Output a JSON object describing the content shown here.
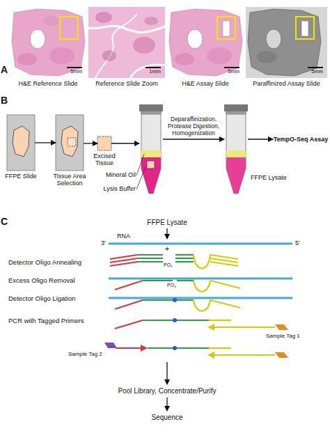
{
  "diagram": {
    "nodes": [
      {
        "text": [
          "H&E Reference Slide",
          "5mm"
        ]
      },
      {
        "text": [
          "Reference Slide Zoom",
          "1mm"
        ]
      },
      {
        "text": [
          "H&E Assay Slide",
          "5mm"
        ]
      },
      {
        "text": [
          "Paraffinized Assay Slide",
          "5mm"
        ]
      },
      {
        "text": [
          "FFPE Slide"
        ]
      },
      {
        "text": [
          "Tissue Area Selection"
        ]
      },
      {
        "text": [
          "Excised Tissue"
        ]
      },
      {
        "text": [
          "Mineral Oil",
          "Lysis Buffer"
        ]
      },
      {
        "text": [
          "FFPE Lysate"
        ]
      },
      {
        "text": [
          "TempO-Seq Assay"
        ]
      }
    ],
    "edges": [
      {
        "from": 4,
        "to": 5,
        "arrow": "to"
      },
      {
        "from": 5,
        "to": 6,
        "arrow": "to"
      },
      {
        "from": 6,
        "to": 7,
        "arrow": "to"
      },
      {
        "from": 7,
        "to": 8,
        "label": "Deparaffinization, Protease Digestion, Homogenization",
        "arrow": "to"
      },
      {
        "from": 8,
        "to": 9,
        "arrow": "to"
      }
    ],
    "labels": [
      "A",
      "B",
      "C",
      "FFPE Lysate",
      "RNA",
      "3'",
      "5'",
      "+",
      "PO₄",
      "Detector Oligo Annealing",
      "PO₄",
      "Excess Oligo Removal",
      "Detector Oligo Ligation",
      "PCR with Tagged Primers",
      "Sample Tag 1",
      "Sample Tag 2",
      "Pool Library, Concentrate/Purify",
      "Sequence"
    ]
  }
}
